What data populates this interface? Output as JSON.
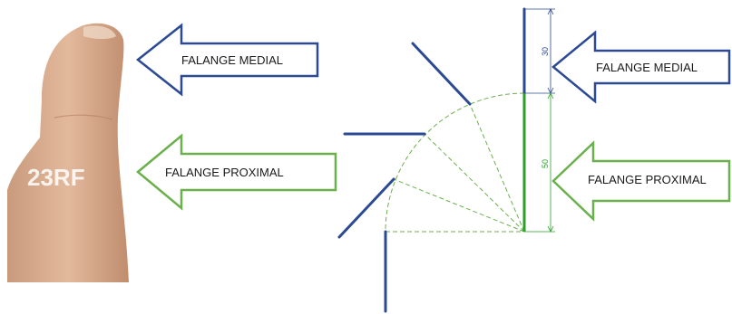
{
  "labels": {
    "left_medial": "FALANGE MEDIAL",
    "left_proximal": "FALANGE PROXIMAL",
    "right_medial": "FALANGE MEDIAL",
    "right_proximal": "FALANGE PROXIMAL"
  },
  "dimensions": {
    "medial": "30",
    "proximal": "50"
  },
  "watermark": "23RF",
  "colors": {
    "medial": "#2b4a93",
    "proximal": "#6ab04c",
    "skin": "#d9ad8f"
  }
}
